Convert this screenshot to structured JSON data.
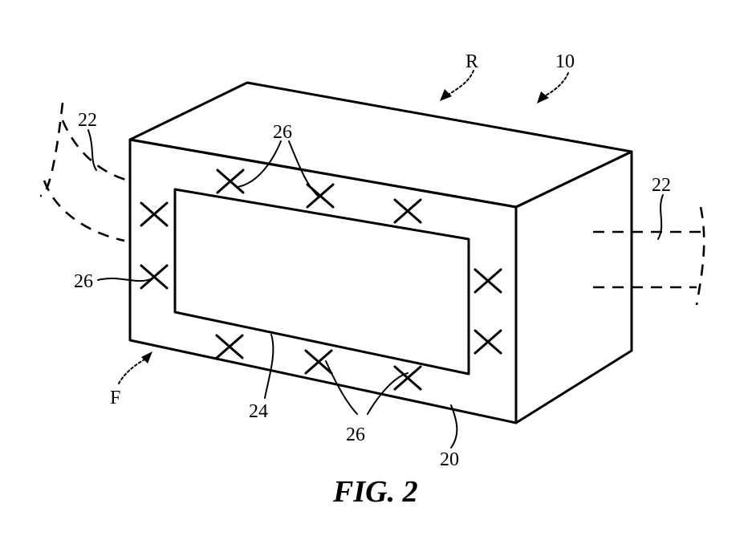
{
  "figure": {
    "caption": "FIG. 2",
    "labels": {
      "r": "R",
      "n10": "10",
      "n22_left": "22",
      "n22_right": "22",
      "n26_top": "26",
      "n26_left": "26",
      "n26_bottom": "26",
      "n24": "24",
      "n20": "20",
      "f": "F"
    }
  }
}
